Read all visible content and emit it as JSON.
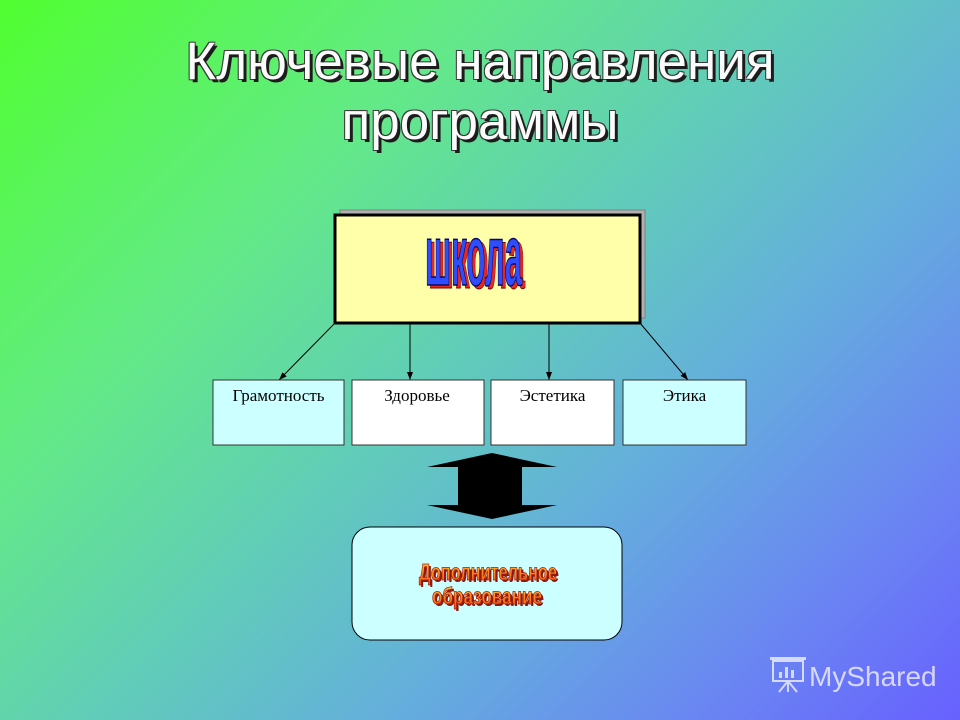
{
  "slide": {
    "title": {
      "line1": "Ключевые направления",
      "line2": "программы"
    }
  },
  "diagram": {
    "top_box": "школа",
    "branches": [
      "Грамотность",
      "Здоровье",
      "Эстетика",
      "Этика"
    ],
    "bottom_box": {
      "line1": "Дополнительное",
      "line2": "образование"
    }
  },
  "watermark": {
    "text": "MyShared",
    "icon": "presentation-board-icon"
  },
  "colors": {
    "background_start": "#50ff30",
    "background_end": "#6860ff",
    "top_box_fill": "#ffffaa",
    "branch_fill_highlight": "#ccffff",
    "branch_fill_plain": "#ffffff",
    "bottom_box_fill": "#ccffff",
    "school_text": "#2f4dff",
    "school_text_shadow": "#e8281e",
    "extra_ed_text_shadow": "#8a1a10"
  }
}
